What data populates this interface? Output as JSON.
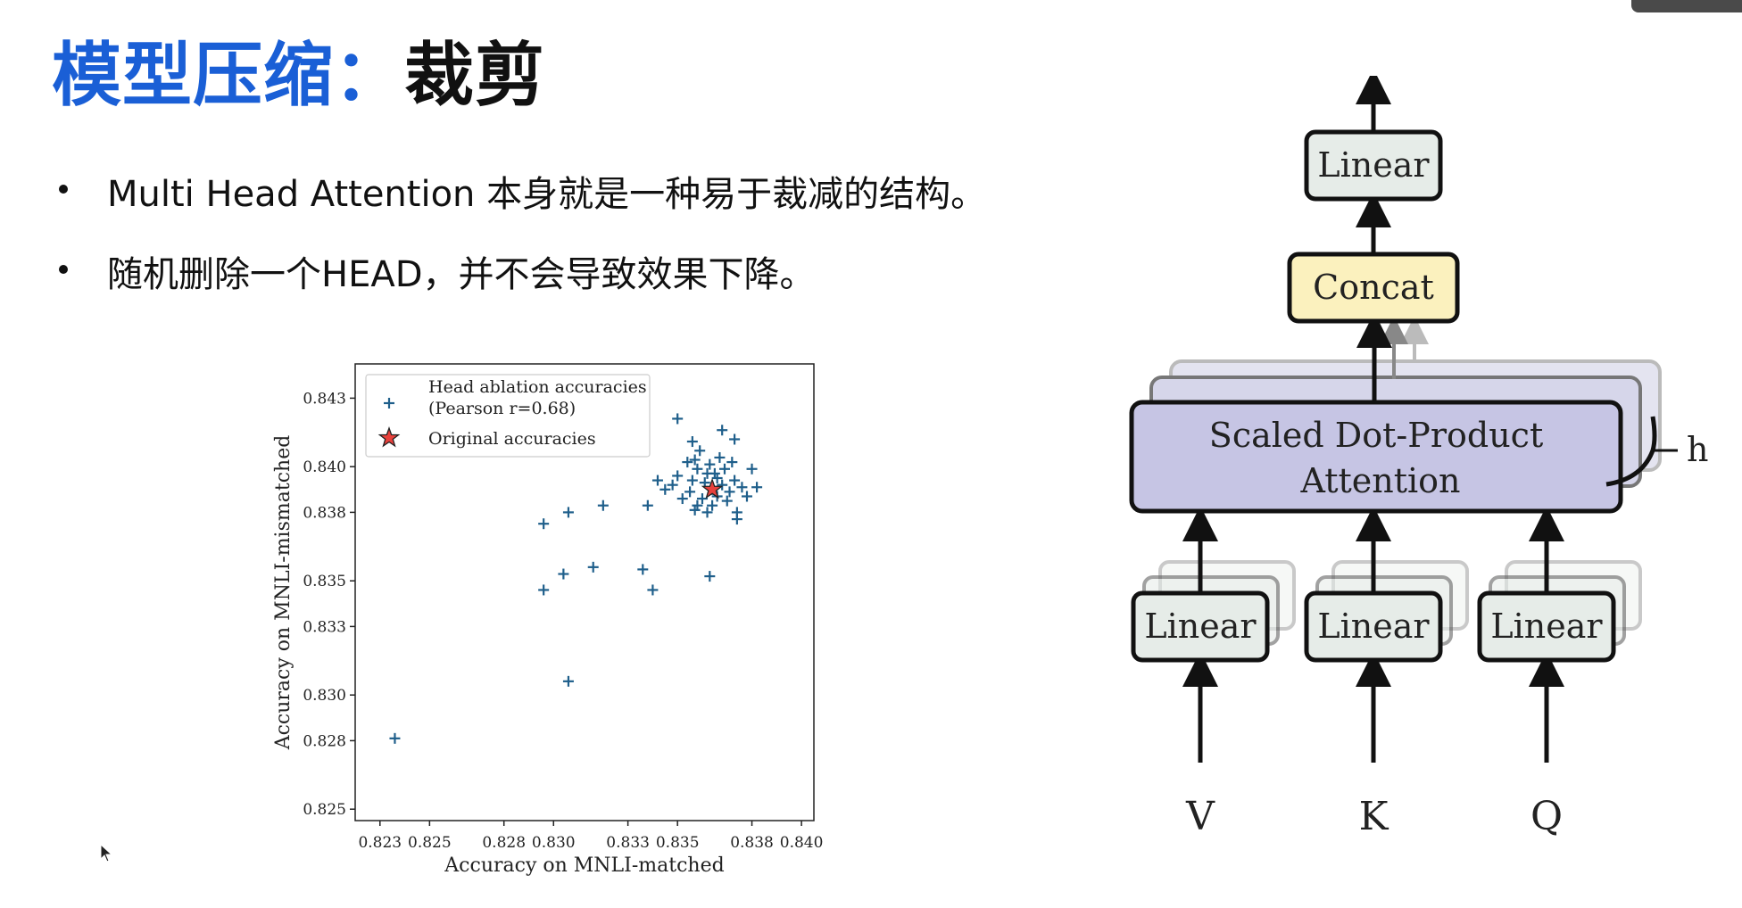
{
  "slide": {
    "title_prefix": "模型压缩：",
    "title_suffix": "裁剪",
    "bullets": [
      "Multi Head Attention 本身就是一种易于裁减的结构。",
      "随机删除一个HEAD，并不会导致效果下降。"
    ]
  },
  "chart_data": {
    "type": "scatter",
    "xlabel": "Accuracy on MNLI-matched",
    "ylabel": "Accuracy on MNLI-mismatched",
    "xlim": [
      0.822,
      0.8405
    ],
    "ylim": [
      0.8245,
      0.8445
    ],
    "xticks": [
      "0.823",
      "0.825",
      "0.828",
      "0.830",
      "0.833",
      "0.835",
      "0.838",
      "0.840"
    ],
    "yticks": [
      "0.843",
      "0.840",
      "0.838",
      "0.835",
      "0.833",
      "0.830",
      "0.828",
      "0.825"
    ],
    "legend": {
      "position": "top-left",
      "entries": [
        "Head ablation accuracies",
        "(Pearson r=0.68)",
        "Original accuracies"
      ]
    },
    "colors": {
      "ablation": "#1f5f8b",
      "original": "#e8413c"
    },
    "series": [
      {
        "name": "Head ablation accuracies",
        "marker": "+",
        "points": [
          [
            0.8236,
            0.8281
          ],
          [
            0.8306,
            0.8306
          ],
          [
            0.8296,
            0.8346
          ],
          [
            0.8304,
            0.8353
          ],
          [
            0.8316,
            0.8356
          ],
          [
            0.8336,
            0.8355
          ],
          [
            0.834,
            0.8346
          ],
          [
            0.8363,
            0.8352
          ],
          [
            0.8296,
            0.8375
          ],
          [
            0.8306,
            0.838
          ],
          [
            0.832,
            0.8383
          ],
          [
            0.8338,
            0.8383
          ],
          [
            0.8345,
            0.839
          ],
          [
            0.8342,
            0.8394
          ],
          [
            0.8348,
            0.8392
          ],
          [
            0.835,
            0.8396
          ],
          [
            0.8352,
            0.8386
          ],
          [
            0.8354,
            0.8402
          ],
          [
            0.8355,
            0.8389
          ],
          [
            0.8356,
            0.8394
          ],
          [
            0.8357,
            0.8381
          ],
          [
            0.8358,
            0.8399
          ],
          [
            0.8359,
            0.8407
          ],
          [
            0.836,
            0.8386
          ],
          [
            0.8361,
            0.8393
          ],
          [
            0.8362,
            0.838
          ],
          [
            0.8363,
            0.8401
          ],
          [
            0.8364,
            0.839
          ],
          [
            0.8365,
            0.8397
          ],
          [
            0.8366,
            0.8387
          ],
          [
            0.8367,
            0.8404
          ],
          [
            0.8368,
            0.8392
          ],
          [
            0.8369,
            0.8399
          ],
          [
            0.837,
            0.8385
          ],
          [
            0.8371,
            0.8389
          ],
          [
            0.8372,
            0.8402
          ],
          [
            0.8373,
            0.8394
          ],
          [
            0.8374,
            0.838
          ],
          [
            0.8376,
            0.8391
          ],
          [
            0.8378,
            0.8387
          ],
          [
            0.838,
            0.8399
          ],
          [
            0.8382,
            0.8391
          ],
          [
            0.8358,
            0.8383
          ],
          [
            0.8362,
            0.8397
          ],
          [
            0.8366,
            0.8395
          ],
          [
            0.8356,
            0.8411
          ],
          [
            0.8373,
            0.8412
          ],
          [
            0.835,
            0.8421
          ],
          [
            0.8368,
            0.8416
          ],
          [
            0.8374,
            0.8377
          ],
          [
            0.8364,
            0.8383
          ],
          [
            0.8357,
            0.8403
          ]
        ]
      },
      {
        "name": "Original accuracies",
        "marker": "star",
        "points": [
          [
            0.8364,
            0.839
          ]
        ]
      }
    ]
  },
  "diagram": {
    "boxes": {
      "top_linear": "Linear",
      "concat": "Concat",
      "attention_line1": "Scaled Dot-Product",
      "attention_line2": "Attention",
      "linear_v": "Linear",
      "linear_k": "Linear",
      "linear_q": "Linear"
    },
    "inputs": [
      "V",
      "K",
      "Q"
    ],
    "h_label": "h",
    "colors": {
      "linear": "#e6ece8",
      "concat": "#fbf1be",
      "attention": "#c6c5e4"
    }
  }
}
